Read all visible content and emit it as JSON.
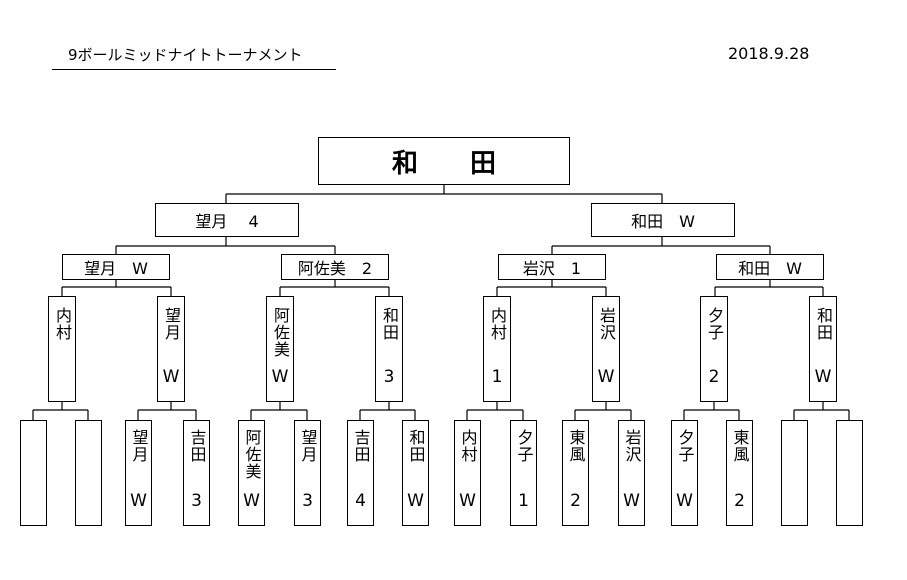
{
  "header": {
    "title": "9ボールミッドナイトトーナメント",
    "date": "2018.9.28"
  },
  "champion": "和　　田",
  "semifinal": [
    {
      "label": "望月　 4"
    },
    {
      "label": "和田　W"
    }
  ],
  "quarterfinal": [
    {
      "label": "望月　W"
    },
    {
      "label": "阿佐美　2"
    },
    {
      "label": "岩沢　1"
    },
    {
      "label": "和田　W"
    }
  ],
  "round2": [
    {
      "name": "内村",
      "score": ""
    },
    {
      "name": "望月",
      "score": "W"
    },
    {
      "name": "阿佐美",
      "score": "W"
    },
    {
      "name": "和田",
      "score": "3"
    },
    {
      "name": "内村",
      "score": "1"
    },
    {
      "name": "岩沢",
      "score": "W"
    },
    {
      "name": "夕子",
      "score": "2"
    },
    {
      "name": "和田",
      "score": "W"
    }
  ],
  "round1": [
    {
      "name": "",
      "score": ""
    },
    {
      "name": "",
      "score": ""
    },
    {
      "name": "望月",
      "score": "W"
    },
    {
      "name": "吉田",
      "score": "3"
    },
    {
      "name": "阿佐美",
      "score": "W"
    },
    {
      "name": "望月",
      "score": "3"
    },
    {
      "name": "吉田",
      "score": "4"
    },
    {
      "name": "和田",
      "score": "W"
    },
    {
      "name": "内村",
      "score": "W"
    },
    {
      "name": "夕子",
      "score": "1"
    },
    {
      "name": "東風",
      "score": "2"
    },
    {
      "name": "岩沢",
      "score": "W"
    },
    {
      "name": "夕子",
      "score": "W"
    },
    {
      "name": "東風",
      "score": "2"
    },
    {
      "name": "",
      "score": ""
    },
    {
      "name": "",
      "score": ""
    }
  ]
}
